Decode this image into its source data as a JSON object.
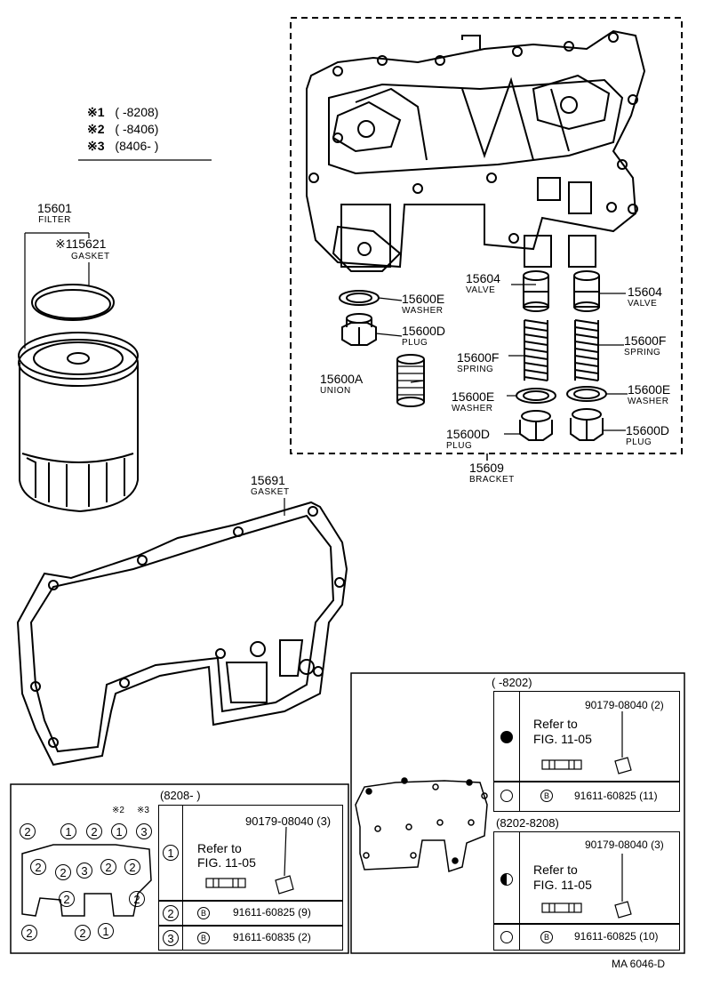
{
  "notes": [
    {
      "mark": "※1",
      "range": "(        -8208)"
    },
    {
      "mark": "※2",
      "range": "(        -8406)"
    },
    {
      "mark": "※3",
      "range": "(8406-        )"
    }
  ],
  "parts": {
    "filter": {
      "number": "15601",
      "name": "FILTER"
    },
    "filter_gasket": {
      "number": "※115621",
      "name": "GASKET"
    },
    "washer_left": {
      "number": "15600E",
      "name": "WASHER"
    },
    "plug_left": {
      "number": "15600D",
      "name": "PLUG"
    },
    "union": {
      "number": "15600A",
      "name": "UNION"
    },
    "valve_left": {
      "number": "15604",
      "name": "VALVE"
    },
    "spring_left": {
      "number": "15600F",
      "name": "SPRING"
    },
    "washer_mid": {
      "number": "15600E",
      "name": "WASHER"
    },
    "plug_mid": {
      "number": "15600D",
      "name": "PLUG"
    },
    "valve_right": {
      "number": "15604",
      "name": "VALVE"
    },
    "spring_right": {
      "number": "15600F",
      "name": "SPRING"
    },
    "washer_right": {
      "number": "15600E",
      "name": "WASHER"
    },
    "plug_right": {
      "number": "15600D",
      "name": "PLUG"
    },
    "bracket": {
      "number": "15609",
      "name": "BRACKET"
    },
    "gasket": {
      "number": "15691",
      "name": "GASKET"
    }
  },
  "table_left": {
    "header": "(8208-        )",
    "marks_top": [
      "※2",
      "※3"
    ],
    "legend_circles": [
      "2",
      "1",
      "2",
      "1",
      "3",
      "2",
      "2",
      "3",
      "2",
      "2",
      "2",
      "2",
      "2",
      "1",
      "2"
    ],
    "row1": {
      "key": "1",
      "refer": "Refer to",
      "fig": "FIG. 11-05",
      "part": "90179-08040 (3)"
    },
    "row2": {
      "key": "2",
      "bullet": "B",
      "part": "91611-60825 (9)"
    },
    "row3": {
      "key": "3",
      "bullet": "B",
      "part": "91611-60835 (2)"
    }
  },
  "table_right": {
    "header1": "(        -8202)",
    "rowA": {
      "refer": "Refer to",
      "fig": "FIG. 11-05",
      "part": "90179-08040 (2)"
    },
    "rowB": {
      "bullet": "B",
      "part": "91611-60825 (11)"
    },
    "header2": "(8202-8208)",
    "rowC": {
      "refer": "Refer to",
      "fig": "FIG. 11-05",
      "part": "90179-08040 (3)"
    },
    "rowD": {
      "bullet": "B",
      "part": "91611-60825 (10)"
    }
  },
  "footer": {
    "code": "MA 6046-D"
  }
}
